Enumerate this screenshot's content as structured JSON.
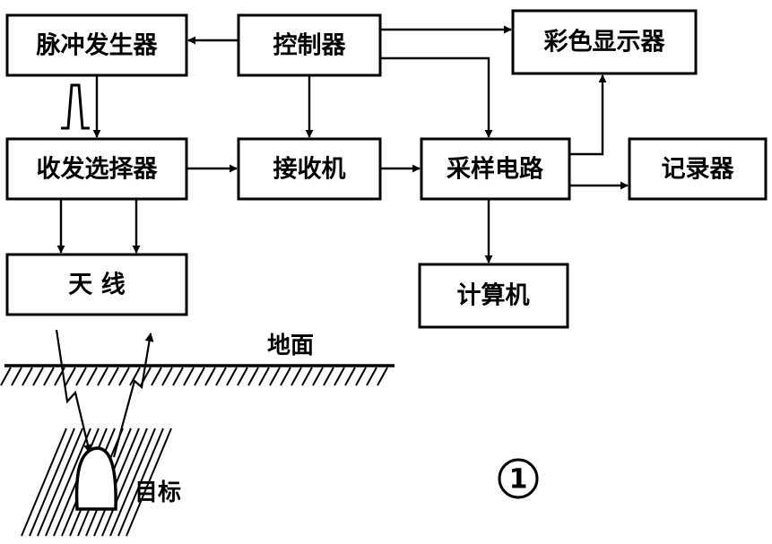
{
  "blocks": {
    "pulse_generator": "脉冲发生器",
    "controller": "控制器",
    "color_display": "彩色显示器",
    "tr_switch": "收发选择器",
    "receiver": "接收机",
    "sampling_circuit": "采样电路",
    "recorder": "记录器",
    "antenna": "天   线",
    "computer": "计算机"
  },
  "labels": {
    "ground": "地面",
    "target": "目标",
    "figure_number": "1"
  }
}
